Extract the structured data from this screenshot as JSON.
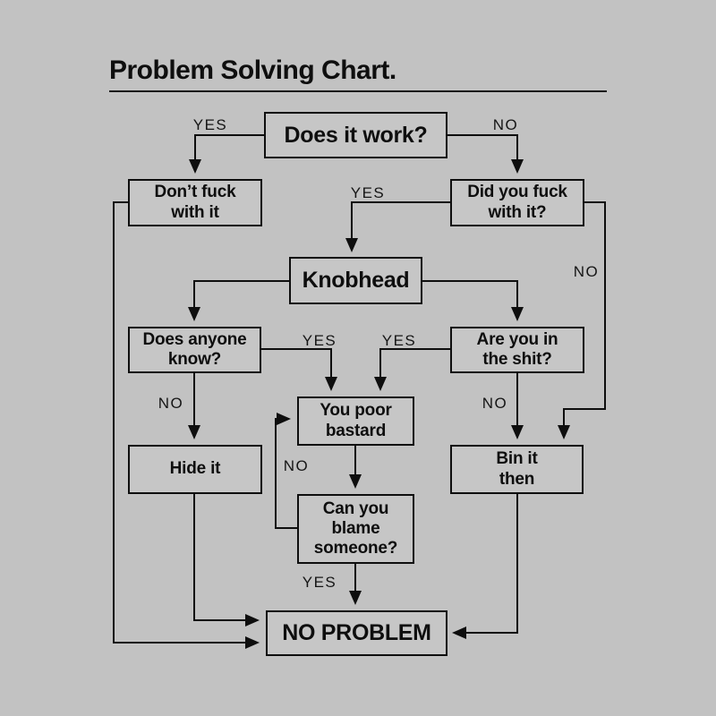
{
  "page": {
    "background_color": "#c2c2c2",
    "ink_color": "#0e0e0e"
  },
  "title": "Problem Solving Chart.",
  "nodes": {
    "does_it_work": "Does it work?",
    "dont_fuck_with_it": "Don’t fuck\nwith it",
    "did_you_fuck_with_it": "Did you fuck\nwith it?",
    "knobhead": "Knobhead",
    "does_anyone_know": "Does anyone\nknow?",
    "are_you_in_the_shit": "Are you in\nthe shit?",
    "you_poor_bastard": "You poor\nbastard",
    "hide_it": "Hide it",
    "bin_it_then": "Bin it\nthen",
    "can_you_blame_someone": "Can you\nblame\nsomeone?",
    "no_problem": "NO PROBLEM"
  },
  "edge_labels": {
    "work_yes": "YES",
    "work_no": "NO",
    "fucked_yes": "YES",
    "fucked_no": "NO",
    "know_yes": "YES",
    "know_no": "NO",
    "shit_yes": "YES",
    "shit_no": "NO",
    "blame_no": "NO",
    "blame_yes": "YES"
  }
}
